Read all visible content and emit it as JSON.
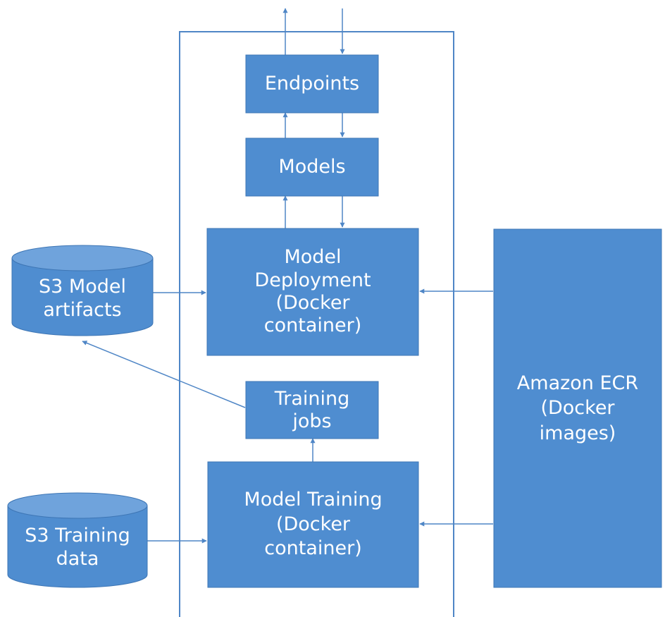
{
  "nodes": {
    "endpoints": "Endpoints",
    "models": "Models",
    "model_deployment": "Model\nDeployment\n(Docker\ncontainer)",
    "training_jobs": "Training\njobs",
    "model_training": "Model Training\n(Docker\ncontainer)",
    "amazon_ecr": "Amazon ECR\n(Docker\nimages)",
    "s3_model_artifacts": "S3 Model\nartifacts",
    "s3_training_data": "S3 Training\ndata"
  },
  "colors": {
    "box_fill": "#4F8DD0",
    "box_stroke": "#3E76B5",
    "line": "#4F86C6",
    "cylinder_top": "#6FA3DC",
    "text": "#FFFFFF"
  }
}
